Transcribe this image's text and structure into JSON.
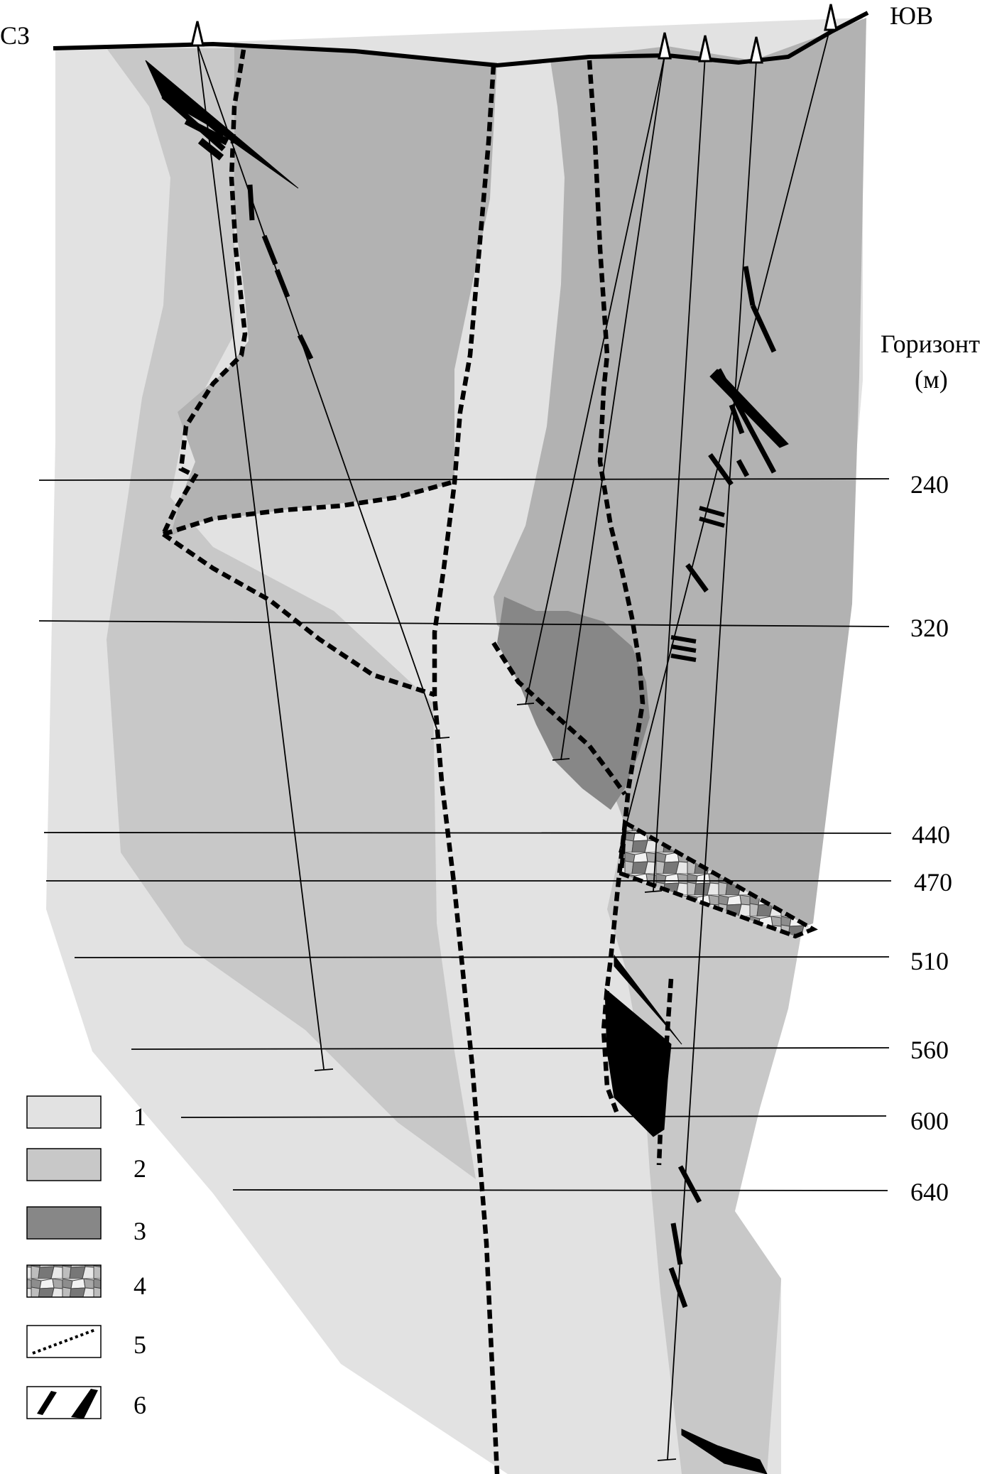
{
  "section": {
    "left_label": "СЗ",
    "right_label": "ЮВ",
    "horizon_title": "Горизонт",
    "horizon_unit": "(м)"
  },
  "horizons": [
    {
      "value": "240"
    },
    {
      "value": "320"
    },
    {
      "value": "440"
    },
    {
      "value": "470"
    },
    {
      "value": "510"
    },
    {
      "value": "560"
    },
    {
      "value": "600"
    },
    {
      "value": "640"
    }
  ],
  "legend": [
    {
      "num": "1",
      "kind": "light-zone"
    },
    {
      "num": "2",
      "kind": "medium-zone"
    },
    {
      "num": "3",
      "kind": "dark-zone"
    },
    {
      "num": "4",
      "kind": "breccia"
    },
    {
      "num": "5",
      "kind": "boundary-line"
    },
    {
      "num": "6",
      "kind": "ore-bodies"
    }
  ],
  "colors": {
    "zone1": "#e2e2e2",
    "zone2": "#c8c8c8",
    "zone2b": "#b2b2b2",
    "zone3": "#878787",
    "line": "#000000"
  }
}
